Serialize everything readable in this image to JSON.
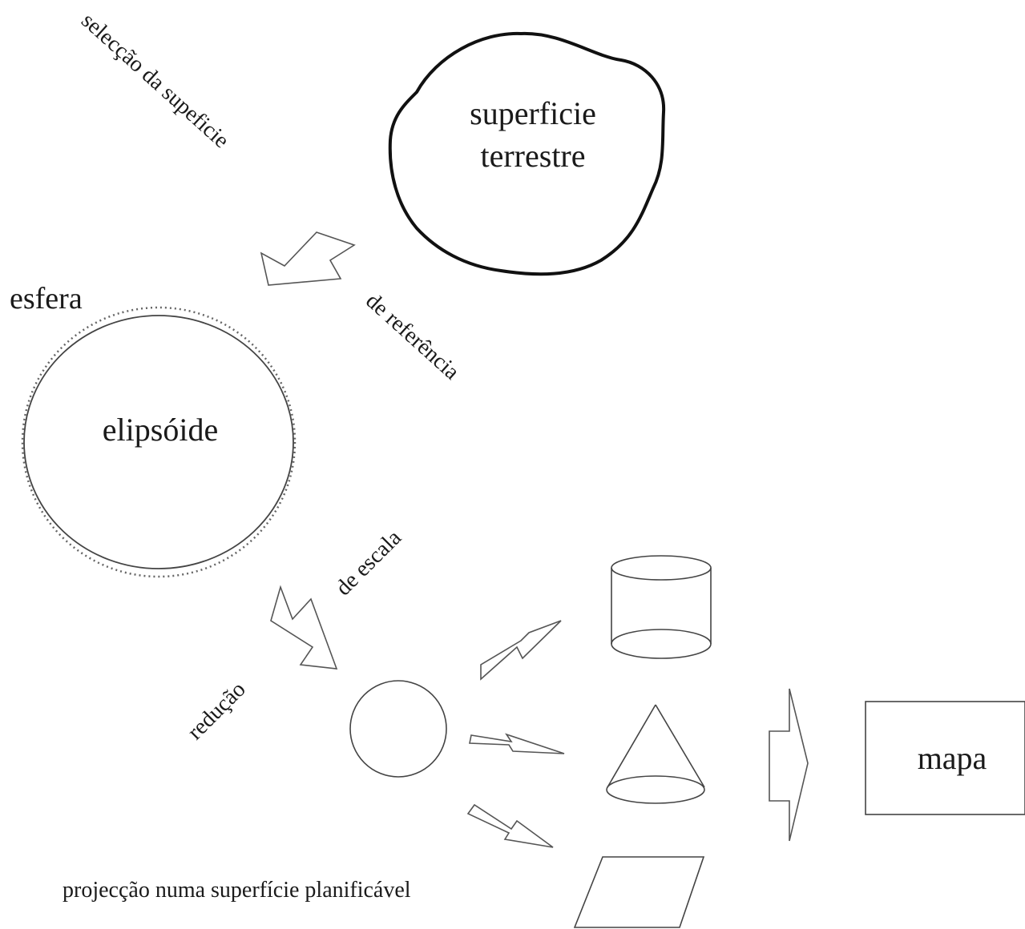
{
  "labels": {
    "earth_line1": "superficie",
    "earth_line2": "terrestre",
    "sphere": "esfera",
    "ellipsoid": "elipsóide",
    "selection_1": "selecção da supeficie",
    "selection_2": "de referência",
    "reduction_1": "redução",
    "reduction_2": "de escala",
    "projection": "projecção numa superfície planificável",
    "map": "mapa"
  }
}
